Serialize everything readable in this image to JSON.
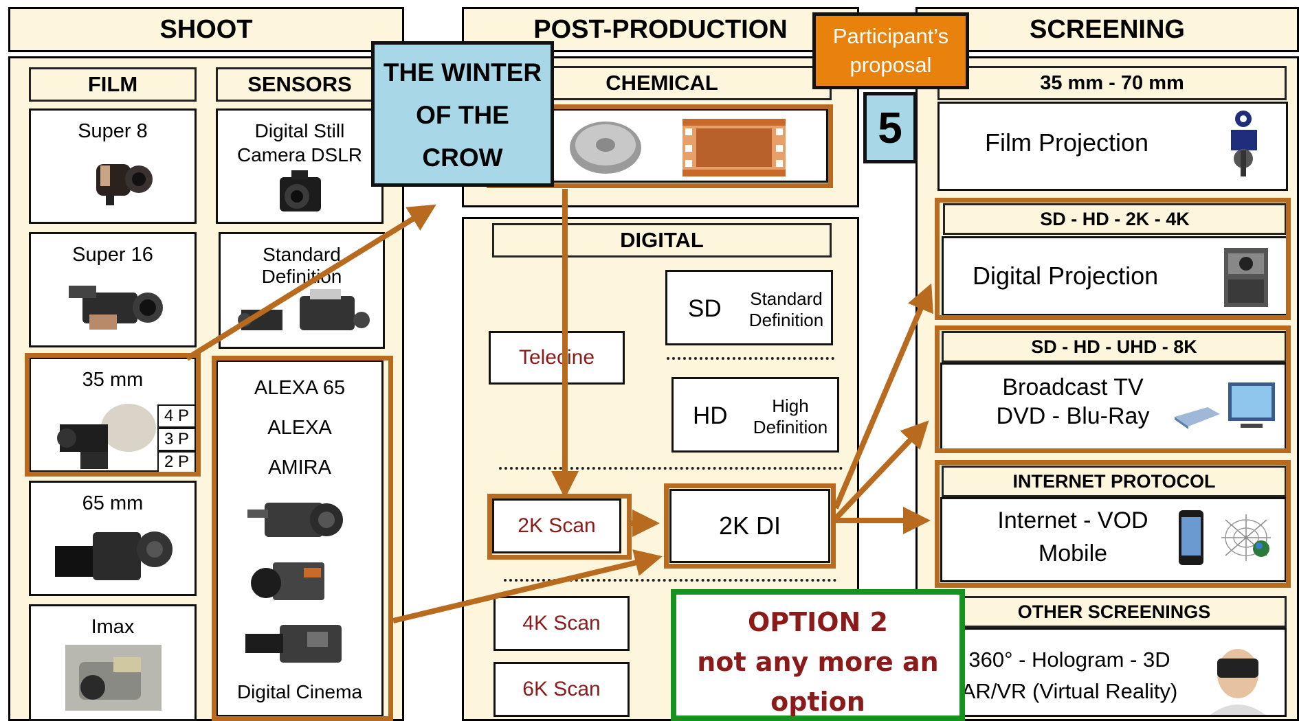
{
  "columns": {
    "shoot": "SHOOT",
    "post": "POST-PRODUCTION",
    "screening": "SCREENING"
  },
  "shoot": {
    "film_header": "FILM",
    "sensors_header": "SENSORS",
    "film_items": [
      "Super 8",
      "Super 16",
      "35 mm",
      "65 mm",
      "Imax"
    ],
    "perforations": [
      "4 P",
      "3 P",
      "2 P"
    ],
    "sensor_items": {
      "dslr_line1": "Digital Still",
      "dslr_line2": "Camera DSLR",
      "sd_line1": "Standard",
      "sd_line2": "Definition",
      "cinema_models": [
        "ALEXA 65",
        "ALEXA",
        "AMIRA"
      ],
      "cinema_label": "Digital Cinema"
    }
  },
  "project": {
    "line1": "THE WINTER",
    "line2": "OF THE",
    "line3": "CROW"
  },
  "proposal": {
    "line1": "Participant’s",
    "line2": "proposal",
    "number": "5"
  },
  "post": {
    "chemical": "CHEMICAL",
    "digital": "DIGITAL",
    "sd_abbr": "SD",
    "sd_line1": "Standard",
    "sd_line2": "Definition",
    "hd_abbr": "HD",
    "hd_line1": "High",
    "hd_line2": "Definition",
    "telecine": "Telecine",
    "scan2k": "2K Scan",
    "di2k": "2K DI",
    "scan4k": "4K Scan",
    "scan6k": "6K Scan"
  },
  "option": {
    "line1": "OPTION 2",
    "line2": "not any more an",
    "line3": "option"
  },
  "screening": {
    "film_header": "35 mm - 70 mm",
    "film_label": "Film Projection",
    "digital_header": "SD - HD - 2K - 4K",
    "digital_label": "Digital Projection",
    "broadcast_header": "SD - HD - UHD - 8K",
    "broadcast_line1": "Broadcast  TV",
    "broadcast_line2": "DVD - Blu-Ray",
    "internet_header": "INTERNET PROTOCOL",
    "internet_line1": "Internet - VOD",
    "internet_line2": "Mobile",
    "other_header": "OTHER SCREENINGS",
    "other_line1": "360° - Hologram - 3D",
    "other_line2": "AR/VR (Virtual Reality)"
  },
  "colors": {
    "highlight": "#b86a1e",
    "project_box": "#a8d8e8",
    "proposal_box": "#e8820c",
    "option_border": "#16921e",
    "option_text": "#8b1a1a",
    "cream": "#fdf6dc"
  }
}
